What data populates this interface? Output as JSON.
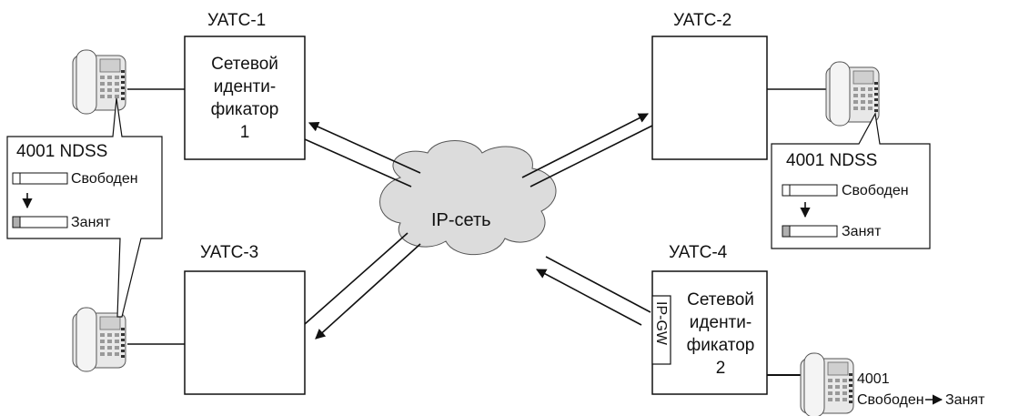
{
  "pbx": [
    {
      "id": "pbx1",
      "title": "УАТС-1",
      "lines": [
        "Сетевой",
        "иденти-",
        "фикатор",
        "1"
      ]
    },
    {
      "id": "pbx2",
      "title": "УАТС-2",
      "lines": []
    },
    {
      "id": "pbx3",
      "title": "УАТС-3",
      "lines": []
    },
    {
      "id": "pbx4",
      "title": "УАТС-4",
      "lines": [
        "Сетевой",
        "иденти-",
        "фикатор",
        "2"
      ],
      "gateway_label": "IP-GW"
    }
  ],
  "cloud": {
    "label": "IP-сеть"
  },
  "ndss_left": {
    "title": "4001 NDSS",
    "state_free": "Свободен",
    "state_busy": "Занят"
  },
  "ndss_right": {
    "title": "4001 NDSS",
    "state_free": "Свободен",
    "state_busy": "Занят"
  },
  "extension": {
    "number": "4001",
    "from_state": "Свободен",
    "to_state": "Занят"
  },
  "colors": {
    "line": "#111111",
    "cloud_fill": "#dcdcdc",
    "phone_body": "#e8e8e8",
    "busy_lamp": "#b0b0b0"
  }
}
